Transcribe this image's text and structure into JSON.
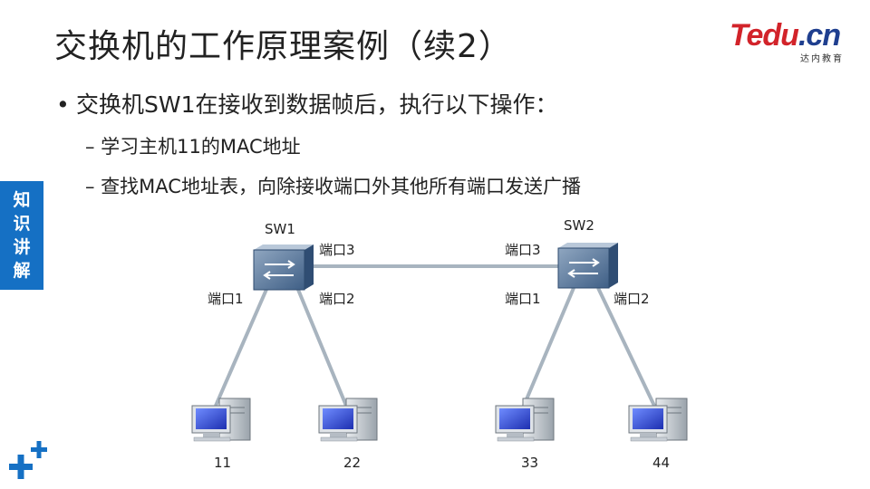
{
  "title": "交换机的工作原理案例（续2）",
  "logo": {
    "main": "Tedu",
    "dot": ".",
    "suffix": "cn",
    "tagline": "达内教育"
  },
  "bullet": "交换机SW1在接收到数据帧后，执行以下操作：",
  "sub_items": [
    "– 学习主机11的MAC地址",
    "– 查找MAC地址表，向除接收端口外其他所有端口发送广播"
  ],
  "side_tab": [
    "知",
    "识",
    "讲",
    "解"
  ],
  "diagram": {
    "switches": [
      {
        "name": "SW1",
        "ports": [
          "端口1",
          "端口2",
          "端口3"
        ]
      },
      {
        "name": "SW2",
        "ports": [
          "端口1",
          "端口2",
          "端口3"
        ]
      }
    ],
    "hosts": [
      "11",
      "22",
      "33",
      "44"
    ]
  },
  "colors": {
    "accent": "#1570c4",
    "brand_red": "#d2232a",
    "brand_blue": "#1f3f8f",
    "link": "#a8b4bf"
  }
}
